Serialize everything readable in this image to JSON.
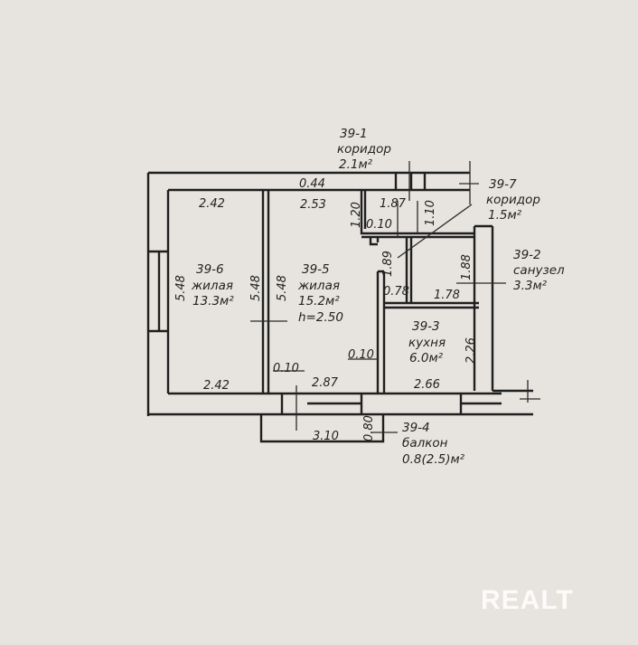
{
  "rooms": [
    {
      "id": "39-1",
      "name": "коридор",
      "area": "2.1м²"
    },
    {
      "id": "39-7",
      "name": "коридор",
      "area": "1.5м²"
    },
    {
      "id": "39-2",
      "name": "санузел",
      "area": "3.3м²"
    },
    {
      "id": "39-6",
      "name": "жилая",
      "area": "13.3м²"
    },
    {
      "id": "39-5",
      "name": "жилая",
      "area": "15.2м²",
      "height": "h=2.50"
    },
    {
      "id": "39-3",
      "name": "кухня",
      "area": "6.0м²"
    },
    {
      "id": "39-4",
      "name": "балкон",
      "area": "0.8(2.5)м²"
    }
  ],
  "dimensions": {
    "top_wall": "0.44",
    "r6_top": "2.42",
    "r5_top": "2.53",
    "corr_top": "1.87",
    "corr_left": "1.20",
    "corr_right": "1.10",
    "corr_wall": "0.10",
    "corr7_h": "1.89",
    "bath_h": "1.88",
    "corr7_w": "0.78",
    "bath_w": "1.78",
    "r6_left": "5.48",
    "r6_right": "5.48",
    "r5_left": "5.48",
    "r6_bottom": "2.42",
    "r5_wall": "0.10",
    "r5_bottom": "2.87",
    "kitchen_wall": "0.10",
    "kitchen_bottom": "2.66",
    "kitchen_h": "2.26",
    "balcony_w": "3.10",
    "balcony_d": "0.80"
  },
  "watermark": "REALT"
}
